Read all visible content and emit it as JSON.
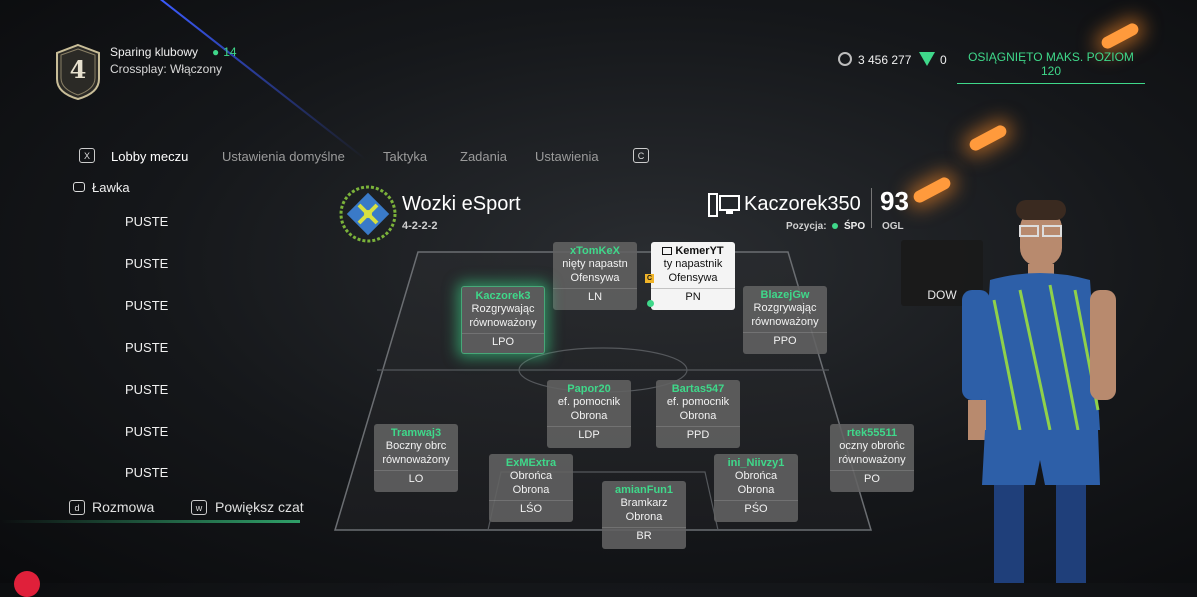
{
  "header": {
    "division_number": "4",
    "lobby_title": "Sparing klubowy",
    "lobby_count": "14",
    "crossplay": "Crossplay: Włączony",
    "coins": "3 456 277",
    "points": "0",
    "max_level": "OSIĄGNIĘTO MAKS. POZIOM 120"
  },
  "tabs": {
    "key_left": "X",
    "key_right": "C",
    "items": [
      "Lobby meczu",
      "Ustawienia domyślne",
      "Taktyka",
      "Zadania",
      "Ustawienia"
    ]
  },
  "bench": {
    "title": "Ławka",
    "slots": [
      "PUSTE",
      "PUSTE",
      "PUSTE",
      "PUSTE",
      "PUSTE",
      "PUSTE",
      "PUSTE"
    ]
  },
  "bottom": {
    "chat_key": "d",
    "chat_label": "Rozmowa",
    "enlarge_key": "w",
    "enlarge_label": "Powiększ czat"
  },
  "team": {
    "name": "Wozki eSport",
    "formation": "4-2-2-2"
  },
  "player": {
    "name": "Kaczorek350",
    "position_label": "Pozycja:",
    "position": "ŚPO",
    "ovr": "93",
    "ovr_label": "OGL"
  },
  "cards": [
    {
      "name": "xTomKeX",
      "role": "nięty napastn",
      "style": "Ofensywa",
      "pos": "LN"
    },
    {
      "name": "KemerYT",
      "role": "ty napastnik",
      "style": "Ofensywa",
      "pos": "PN"
    },
    {
      "name": "Kaczorek3",
      "role": "Rozgrywając",
      "style": "równoważony",
      "pos": "LPO"
    },
    {
      "name": "BlazejGw",
      "role": "Rozgrywając",
      "style": "równoważony",
      "pos": "PPO"
    },
    {
      "name": "Papor20",
      "role": "ef. pomocnik",
      "style": "Obrona",
      "pos": "LDP"
    },
    {
      "name": "Bartas547",
      "role": "ef. pomocnik",
      "style": "Obrona",
      "pos": "PPD"
    },
    {
      "name": "Tramwaj3",
      "role": "Boczny obrc",
      "style": "równoważony",
      "pos": "LO"
    },
    {
      "name": "rtek55511",
      "role": "oczny obrońc",
      "style": "równoważony",
      "pos": "PO"
    },
    {
      "name": "ExMExtra",
      "role": "Obrońca",
      "style": "Obrona",
      "pos": "LŚO"
    },
    {
      "name": "ini_Niivzy1",
      "role": "Obrońca",
      "style": "Obrona",
      "pos": "PŚO"
    },
    {
      "name": "amianFun1",
      "role": "Bramkarz",
      "style": "Obrona",
      "pos": "BR"
    }
  ],
  "dow_label": "DOW",
  "captain_mark": "C",
  "colors": {
    "accent": "#3fd88a",
    "card_bg": "#626262",
    "background": "#15171a"
  }
}
